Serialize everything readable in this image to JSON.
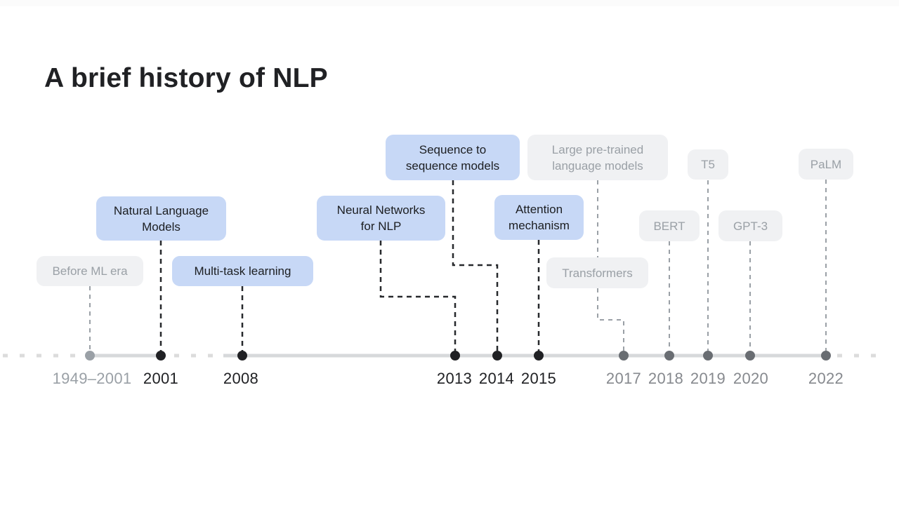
{
  "title": "A brief history of NLP",
  "colors": {
    "background": "#ffffff",
    "title_text": "#202124",
    "box_blue_fill": "#c7d8f6",
    "box_blue_text": "#1c1e21",
    "box_gray_fill": "#f0f1f3",
    "box_gray_text": "#9aa0a6",
    "timeline_line": "#d7d9db",
    "timeline_dash": "#dcdcdc",
    "dot_dark": "#202124",
    "dot_muted": "#696d72",
    "dot_light": "#9aa0a6",
    "year_dark": "#202124",
    "year_muted": "#86898e",
    "year_light": "#9aa0a6",
    "connector_dark": "#27292c",
    "connector_gray": "#9aa0a6"
  },
  "timeline": {
    "events": [
      {
        "label": "Before ML era",
        "year": "1949–2001",
        "emphasis": "muted"
      },
      {
        "label": "Natural Language Models",
        "year": "2001",
        "emphasis": "highlight"
      },
      {
        "label": "Multi-task learning",
        "year": "2008",
        "emphasis": "highlight"
      },
      {
        "label": "Neural Networks for NLP",
        "year": "2013",
        "emphasis": "highlight"
      },
      {
        "label": "Sequence to sequence models",
        "year": "2014",
        "emphasis": "highlight"
      },
      {
        "label": "Attention mechanism",
        "year": "2015",
        "emphasis": "highlight"
      },
      {
        "label": "Large pre-trained language models",
        "year": "2017",
        "emphasis": "muted"
      },
      {
        "label": "Transformers",
        "year": "2017",
        "emphasis": "muted"
      },
      {
        "label": "BERT",
        "year": "2018",
        "emphasis": "muted"
      },
      {
        "label": "T5",
        "year": "2019",
        "emphasis": "muted"
      },
      {
        "label": "GPT-3",
        "year": "2020",
        "emphasis": "muted"
      },
      {
        "label": "PaLM",
        "year": "2022",
        "emphasis": "muted"
      }
    ],
    "years": [
      {
        "label": "1949–2001",
        "emphasis": "light"
      },
      {
        "label": "2001",
        "emphasis": "dark"
      },
      {
        "label": "2008",
        "emphasis": "dark"
      },
      {
        "label": "2013",
        "emphasis": "dark"
      },
      {
        "label": "2014",
        "emphasis": "dark"
      },
      {
        "label": "2015",
        "emphasis": "dark"
      },
      {
        "label": "2017",
        "emphasis": "muted"
      },
      {
        "label": "2018",
        "emphasis": "muted"
      },
      {
        "label": "2019",
        "emphasis": "muted"
      },
      {
        "label": "2020",
        "emphasis": "muted"
      },
      {
        "label": "2022",
        "emphasis": "muted"
      }
    ]
  }
}
